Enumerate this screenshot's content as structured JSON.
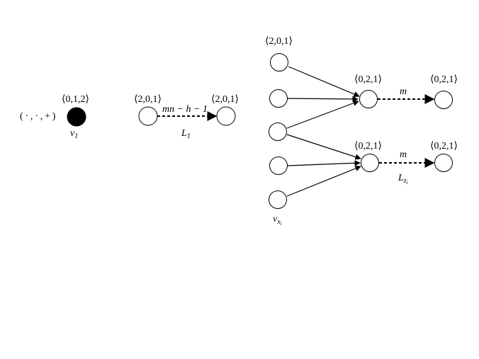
{
  "diagram": {
    "colors": {
      "stroke": "#000000",
      "node_fill": "#ffffff",
      "filled_node": "#000000"
    },
    "part_a": {
      "marker_label": "( · , · , + )",
      "node_tuple": "⟨0,1,2⟩",
      "node_name": "v",
      "node_sub": "1"
    },
    "part_b": {
      "left_tuple": "⟨2,0,1⟩",
      "right_tuple": "⟨2,0,1⟩",
      "edge_label": "mn − h − 1",
      "path_name": "L",
      "path_sub": "1"
    },
    "part_c": {
      "top_left_tuple": "⟨2,0,1⟩",
      "upper_mid_tuple": "⟨0,2,1⟩",
      "upper_right_tuple": "⟨0,2,1⟩",
      "lower_mid_tuple": "⟨0,2,1⟩",
      "lower_right_tuple": "⟨0,2,1⟩",
      "upper_edge_label": "m",
      "lower_edge_label": "m",
      "path_name": "L",
      "path_sub": "z",
      "path_subsub": "i",
      "var_name": "v",
      "var_sub": "x",
      "var_subsub": "i"
    }
  }
}
